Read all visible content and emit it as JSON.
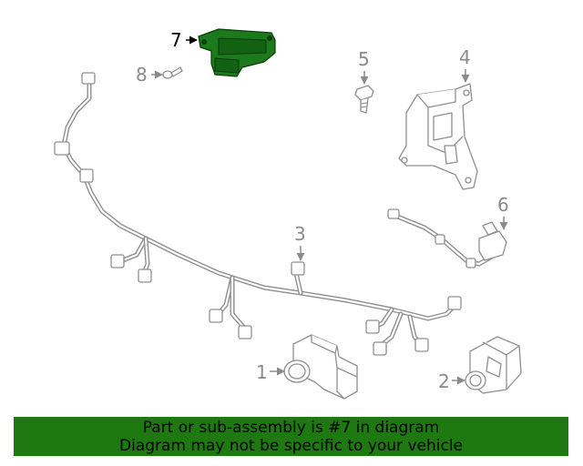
{
  "callouts": {
    "c1": "1",
    "c2": "2",
    "c3": "3",
    "c4": "4",
    "c5": "5",
    "c6": "6",
    "c7": "7",
    "c8": "8"
  },
  "highlight_color": "#1e7a10",
  "banner": {
    "line1": "Part or sub-assembly is #7 in diagram",
    "line2": "Diagram may not be specific to your vehicle"
  }
}
